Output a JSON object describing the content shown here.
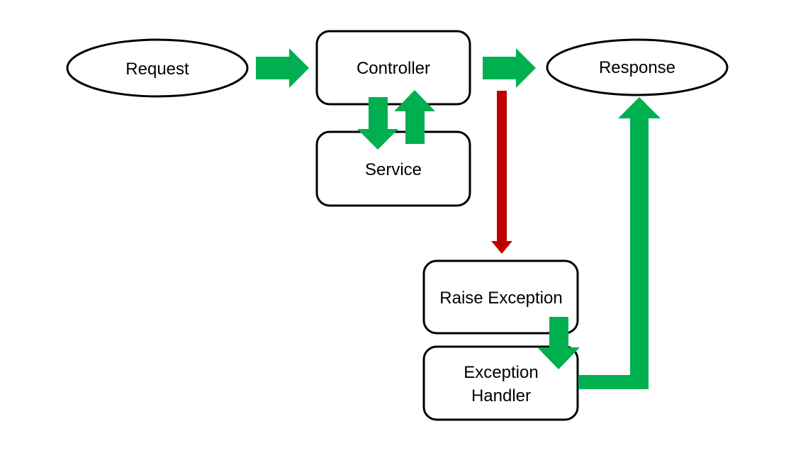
{
  "nodes": {
    "request": "Request",
    "controller": "Controller",
    "response": "Response",
    "service": "Service",
    "raise_exception": "Raise Exception",
    "exception_handler_line1": "Exception",
    "exception_handler_line2": "Handler"
  },
  "colors": {
    "success_arrow": "#00b050",
    "error_arrow": "#c00000",
    "node_border": "#000000",
    "node_fill": "#ffffff"
  }
}
